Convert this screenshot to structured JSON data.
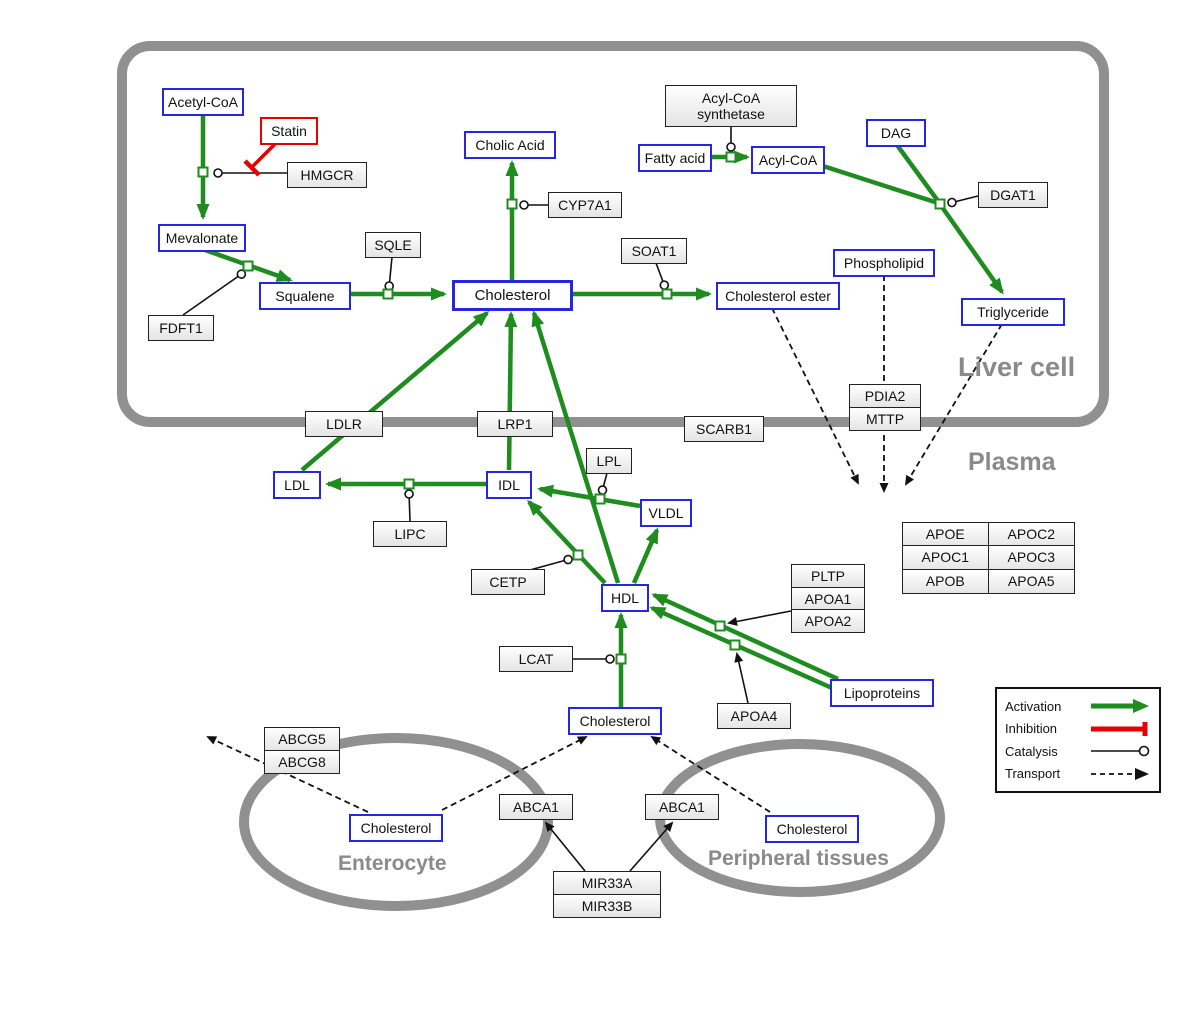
{
  "compartments": {
    "liver": "Liver cell",
    "plasma": "Plasma",
    "enterocyte": "Enterocyte",
    "peripheral": "Peripheral tissues"
  },
  "nodes": {
    "acetyl_coa": "Acetyl-CoA",
    "statin": "Statin",
    "hmgcr": "HMGCR",
    "mevalonate": "Mevalonate",
    "fdft1": "FDFT1",
    "squalene": "Squalene",
    "sqle": "SQLE",
    "cholic_acid": "Cholic Acid",
    "cyp7a1": "CYP7A1",
    "cholesterol_liver": "Cholesterol",
    "soat1": "SOAT1",
    "cholesterol_ester": "Cholesterol ester",
    "acyl_coa_synthetase": "Acyl-CoA synthetase",
    "fatty_acid": "Fatty acid",
    "acyl_coa": "Acyl-CoA",
    "dag": "DAG",
    "dgat1": "DGAT1",
    "phospholipid": "Phospholipid",
    "triglyceride": "Triglyceride",
    "ldlr": "LDLR",
    "lrp1": "LRP1",
    "scarb1": "SCARB1",
    "pdia2": "PDIA2",
    "mttp": "MTTP",
    "ldl": "LDL",
    "idl": "IDL",
    "lipc": "LIPC",
    "lpl": "LPL",
    "vldl": "VLDL",
    "cetp": "CETP",
    "hdl": "HDL",
    "pltp": "PLTP",
    "apoa1": "APOA1",
    "apoa2": "APOA2",
    "lcat": "LCAT",
    "apoa4": "APOA4",
    "lipoproteins": "Lipoproteins",
    "cholesterol_plasma": "Cholesterol",
    "abcg5": "ABCG5",
    "abcg8": "ABCG8",
    "cholesterol_enterocyte": "Cholesterol",
    "abca1_left": "ABCA1",
    "abca1_right": "ABCA1",
    "cholesterol_peripheral": "Cholesterol",
    "mir33a": "MIR33A",
    "mir33b": "MIR33B"
  },
  "apo": [
    [
      "APOE",
      "APOC2"
    ],
    [
      "APOC1",
      "APOC3"
    ],
    [
      "APOB",
      "APOA5"
    ]
  ],
  "legend": {
    "activation": "Activation",
    "inhibition": "Inhibition",
    "catalysis": "Catalysis",
    "transport": "Transport"
  },
  "colors": {
    "activation_green": "#1e8c1e",
    "inhibition_red": "#e60000",
    "metabolite_border_blue": "#2626e0",
    "compartment_gray": "#8a8a8a"
  }
}
